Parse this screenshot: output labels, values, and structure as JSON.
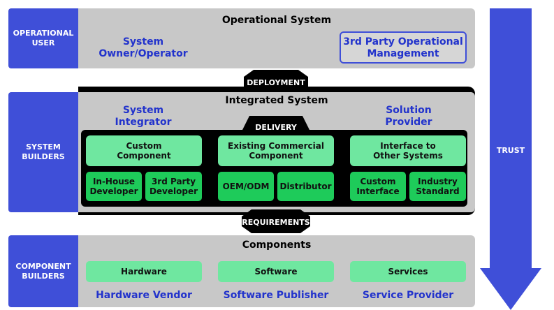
{
  "rows": {
    "operational_user": "OPERATIONAL\nUSER",
    "system_builders": "SYSTEM\nBUILDERS",
    "component_builders": "COMPONENT\nBUILDERS"
  },
  "operational": {
    "title": "Operational System",
    "owner": "System\nOwner/Operator",
    "third_party": "3rd Party Operational\nManagement"
  },
  "labels": {
    "deployment": "DEPLOYMENT",
    "delivery": "DELIVERY",
    "requirements": "REQUIREMENTS",
    "trust": "TRUST"
  },
  "integrated": {
    "title": "Integrated System",
    "system_integrator": "System\nIntegrator",
    "solution_provider": "Solution\nProvider",
    "custom_component": "Custom\nComponent",
    "existing_commercial": "Existing Commercial\nComponent",
    "interface_other": "Interface to\nOther Systems",
    "in_house": "In-House\nDeveloper",
    "third_party_dev": "3rd Party\nDeveloper",
    "oem_odm": "OEM/ODM",
    "distributor": "Distributor",
    "custom_interface": "Custom\nInterface",
    "industry_standard": "Industry\nStandard"
  },
  "components": {
    "title": "Components",
    "hardware": "Hardware",
    "software": "Software",
    "services": "Services",
    "hardware_vendor": "Hardware Vendor",
    "software_publisher": "Software Publisher",
    "service_provider": "Service Provider"
  },
  "colors": {
    "side_blue": "#3f4fd8",
    "panel_gray": "#c8c8c8",
    "mint": "#6fe7a0",
    "green": "#1ecb5a",
    "text_blue": "#2233cc"
  }
}
